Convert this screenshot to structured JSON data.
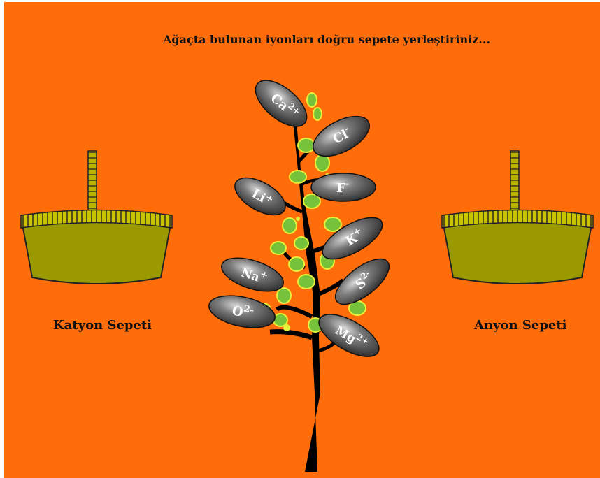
{
  "instruction": "Ağaçta bulunan iyonları doğru sepete yerleştiriniz...",
  "colors": {
    "background": "#ff6d0b",
    "basket_body": "#9a9900",
    "basket_rim": "#c8c200",
    "trunk": "#000000",
    "leaf_green": "#76c23a",
    "leaf_yellow": "#e6f13a",
    "ion_fill": "#5c5c5c"
  },
  "baskets": {
    "cation": {
      "label": "Katyon Sepeti"
    },
    "anion": {
      "label": "Anyon Sepeti"
    }
  },
  "ions": [
    {
      "id": "ca",
      "base": "Ca",
      "charge": "2+"
    },
    {
      "id": "cl",
      "base": "Cl",
      "charge": "-"
    },
    {
      "id": "li",
      "base": "Li",
      "charge": "+"
    },
    {
      "id": "f",
      "base": "F",
      "charge": "-"
    },
    {
      "id": "k",
      "base": "K",
      "charge": "+"
    },
    {
      "id": "na",
      "base": "Na",
      "charge": "+"
    },
    {
      "id": "s",
      "base": "S",
      "charge": "2-"
    },
    {
      "id": "o",
      "base": "O",
      "charge": "2-"
    },
    {
      "id": "mg",
      "base": "Mg",
      "charge": "2+"
    }
  ]
}
